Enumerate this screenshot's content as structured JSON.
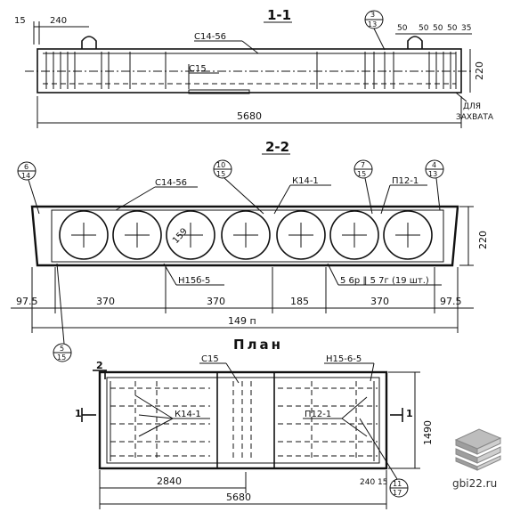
{
  "sections": {
    "s11": {
      "title": "1-1",
      "labels": {
        "c14_56": "С14-56",
        "c15": "С15",
        "dim15": "15",
        "dim240": "240",
        "dim5680": "5680",
        "dim220": "220",
        "dims_right": [
          "50",
          "50",
          "50",
          "50",
          "35"
        ],
        "grip_note_1": "ДЛЯ",
        "grip_note_2": "ЗАХВАТА",
        "callout_top": "3",
        "callout_bottom": "13"
      }
    },
    "s22": {
      "title": "2-2",
      "labels": {
        "c14_56": "С14-56",
        "k14_1": "К14-1",
        "p12_1": "П12-1",
        "n15_6_5": "Н15б-5",
        "d159": "159",
        "d220": "220",
        "bar_note": "5 6р ‖ 5 7г (19 шт.)",
        "dims": [
          "97.5",
          "370",
          "370",
          "185",
          "370",
          "97.5"
        ],
        "total": "149 п",
        "callouts": [
          {
            "top": "6",
            "bottom": "14"
          },
          {
            "top": "10",
            "bottom": "15"
          },
          {
            "top": "7",
            "bottom": "15"
          },
          {
            "top": "4",
            "bottom": "13"
          },
          {
            "top": "5",
            "bottom": "15"
          }
        ]
      }
    },
    "plan": {
      "title": "План",
      "labels": {
        "c15": "С15",
        "n15_6_5": "Н15-6-5",
        "k14_1": "К14-1",
        "p12_1": "П12-1",
        "sec2": "2",
        "sec1_left": "1",
        "sec1_right": "1",
        "d2840": "2840",
        "d5680": "5680",
        "d240": "240",
        "d15": "15",
        "d1490": "1490",
        "callout_top": "11",
        "callout_bottom": "17"
      }
    }
  },
  "watermark": {
    "site": "gbi22.ru",
    "logo_icon": "stacked-slabs-icon"
  }
}
